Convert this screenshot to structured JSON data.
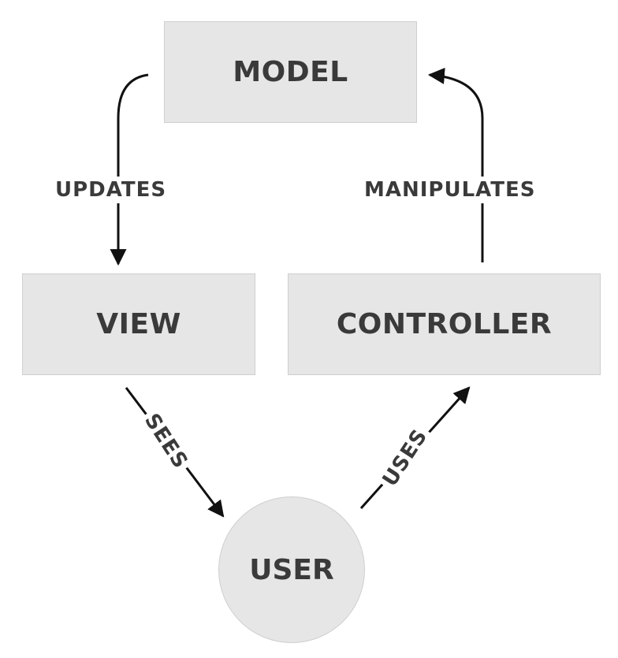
{
  "nodes": {
    "model": "MODEL",
    "view": "VIEW",
    "controller": "CONTROLLER",
    "user": "USER"
  },
  "edges": {
    "updates": "UPDATES",
    "manipulates": "MANIPULATES",
    "sees": "SEES",
    "uses": "USES"
  },
  "colors": {
    "box_fill": "#e6e6e6",
    "text": "#3a3a3a",
    "arrow": "#111111"
  }
}
